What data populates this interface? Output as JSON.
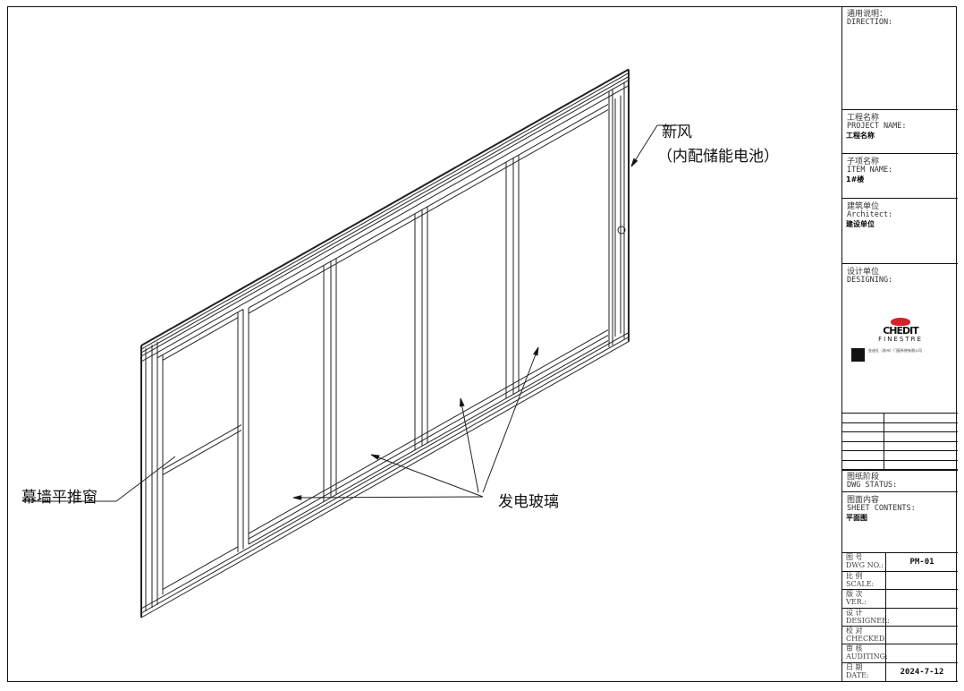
{
  "annotations": {
    "fresh_air": "新风",
    "fresh_air_note": "（内配储能电池）",
    "window": "幕墙平推窗",
    "glass": "发电玻璃"
  },
  "title_block": {
    "direction": {
      "cn": "通用说明：",
      "en": "DIRECTION:"
    },
    "project": {
      "cn": "工程名称",
      "en": "PROJECT NAME:",
      "value": "工程名称"
    },
    "item": {
      "cn": "子项名称",
      "en": "ITEM NAME:",
      "value": "1#楼"
    },
    "architect": {
      "cn": "建筑单位",
      "en": "Architect:",
      "value": "建设单位"
    },
    "designing": {
      "cn": "设计单位",
      "en": "DESIGNING:"
    },
    "logo": {
      "brand": "CHEDIT",
      "sub": "FINESTRE",
      "company": "金迪扎（苏州）门窗系统有限公司"
    },
    "status": {
      "cn": "图纸阶段",
      "en": "DWG STATUS:"
    },
    "contents": {
      "cn": "图面内容",
      "en": "SHEET CONTENTS:",
      "value": "平面图"
    },
    "rows": [
      {
        "cn": "图 号",
        "en": "DWG NO.:",
        "value": "PM-01"
      },
      {
        "cn": "比 例",
        "en": "SCALE:",
        "value": ""
      },
      {
        "cn": "版 次",
        "en": "VER.:",
        "value": ""
      },
      {
        "cn": "设 计",
        "en": "DESIGNER:",
        "value": ""
      },
      {
        "cn": "校 对",
        "en": "CHECKED:",
        "value": ""
      },
      {
        "cn": "审 核",
        "en": "AUDITING:",
        "value": ""
      },
      {
        "cn": "日 期",
        "en": "DATE:",
        "value": "2024-7-12"
      }
    ]
  }
}
